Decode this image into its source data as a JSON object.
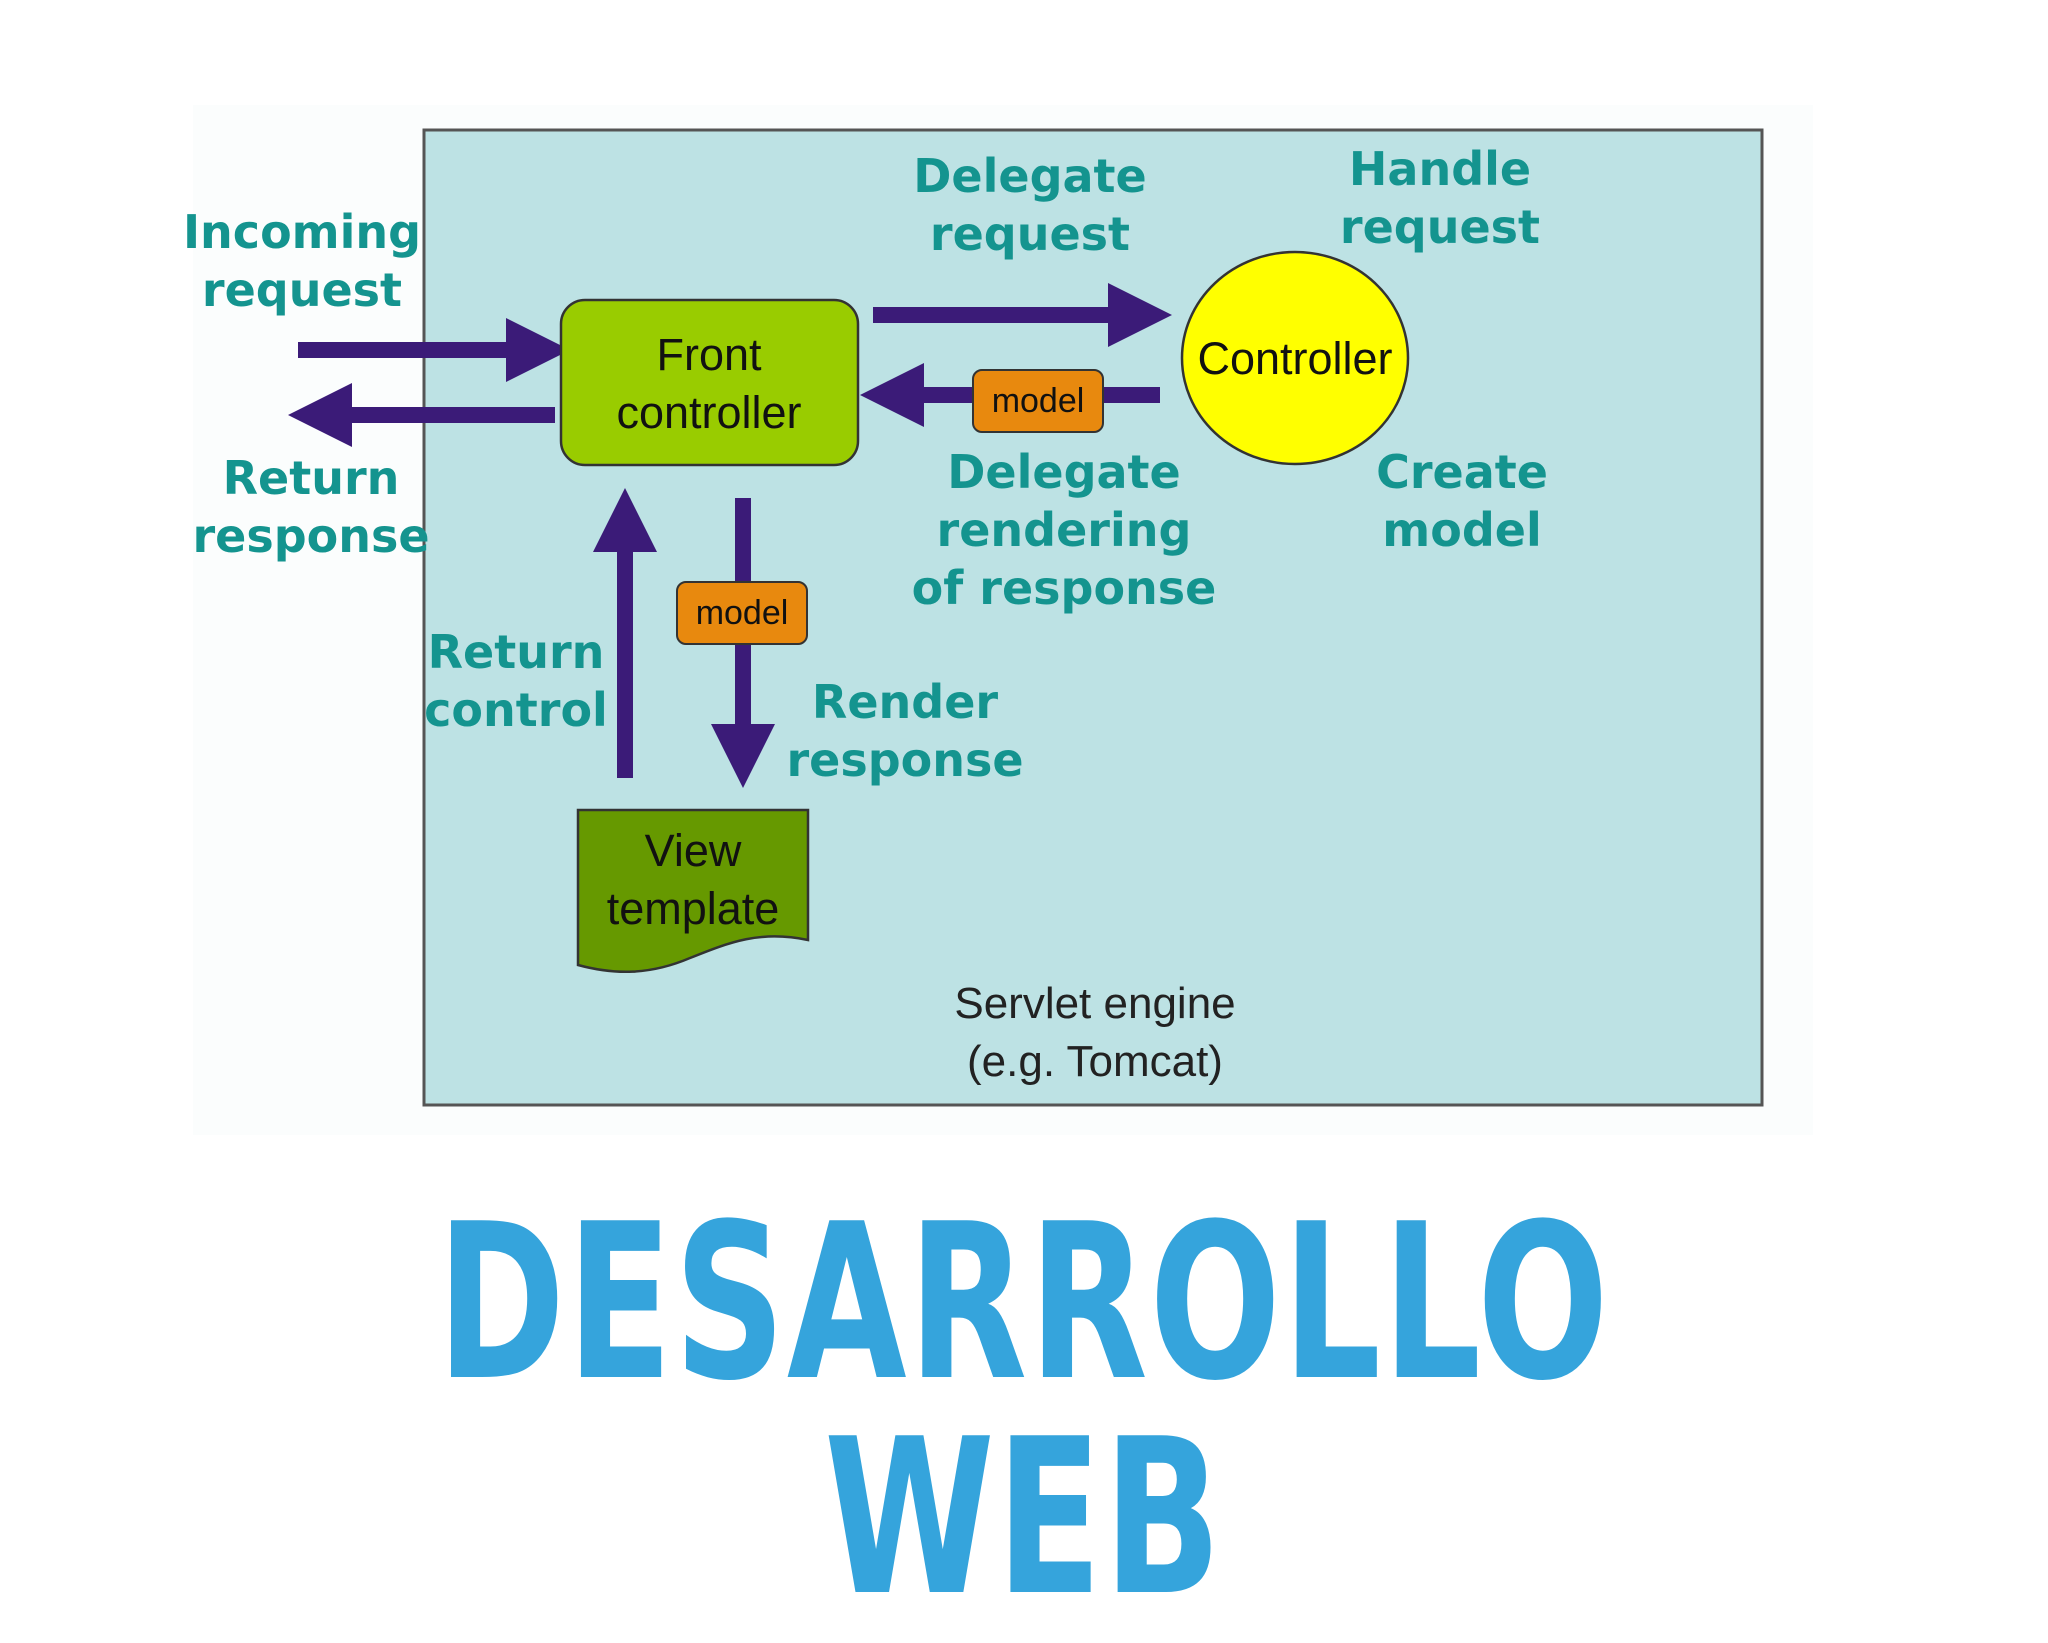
{
  "colors": {
    "engine_bg": "#bde2e4",
    "engine_border": "#555555",
    "arrow": "#3b1b78",
    "label_text": "#14948f",
    "front_controller": "#99cc00",
    "controller": "#ffff00",
    "model_badge": "#e8890e",
    "view_template": "#669900",
    "headline": "#35a4dc"
  },
  "diagram": {
    "labels": {
      "incoming_request": [
        "Incoming",
        "request"
      ],
      "return_response": [
        "Return",
        "response"
      ],
      "delegate_request": [
        "Delegate",
        "request"
      ],
      "handle_request": [
        "Handle",
        "request"
      ],
      "delegate_rendering": [
        "Delegate",
        "rendering",
        "of response"
      ],
      "create_model": [
        "Create",
        "model"
      ],
      "return_control": [
        "Return",
        "control"
      ],
      "render_response": [
        "Render",
        "response"
      ]
    },
    "nodes": {
      "front_controller": [
        "Front",
        "controller"
      ],
      "controller": "Controller",
      "view_template": [
        "View",
        "template"
      ],
      "model_badge_top": "model",
      "model_badge_bottom": "model"
    },
    "engine_caption": [
      "Servlet engine",
      "(e.g. Tomcat)"
    ]
  },
  "headline": "DESARROLLO WEB"
}
